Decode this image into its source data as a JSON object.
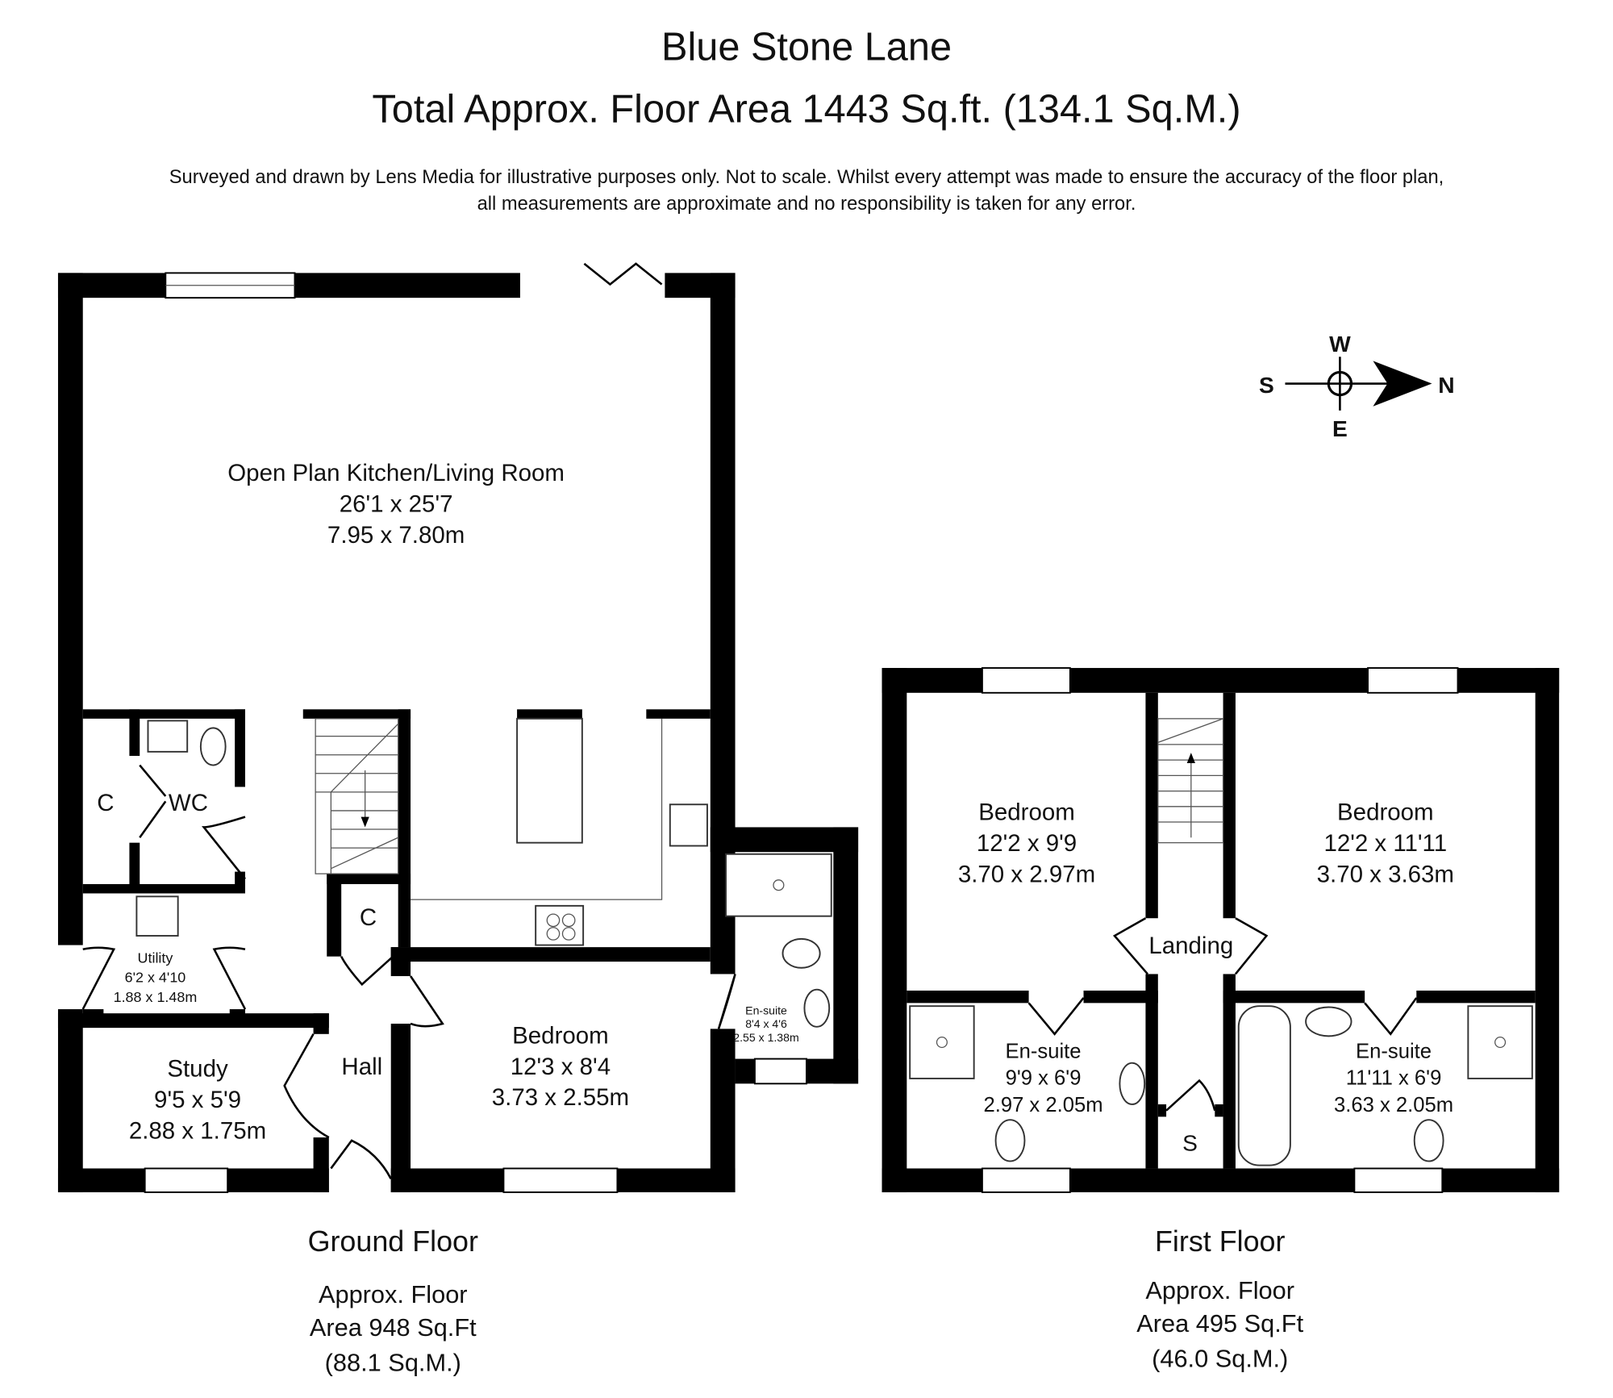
{
  "header": {
    "title": "Blue Stone Lane",
    "subtitle": "Total Approx. Floor Area 1443 Sq.ft. (134.1 Sq.M.)",
    "disclaimer_line1": "Surveyed and drawn by Lens Media for illustrative purposes only. Not to scale. Whilst every attempt was made to ensure the accuracy of the floor plan,",
    "disclaimer_line2": "all measurements are approximate and no responsibility is taken for any error."
  },
  "compass": {
    "north": "N",
    "south": "S",
    "east": "E",
    "west": "W"
  },
  "ground_floor": {
    "name": "Ground Floor",
    "area_line1": "Approx. Floor",
    "area_line2": "Area 948 Sq.Ft",
    "area_line3": "(88.1 Sq.M.)",
    "rooms": [
      {
        "name": "Open Plan Kitchen/Living Room",
        "imperial": "26'1 x 25'7",
        "metric": "7.95 x 7.80m"
      },
      {
        "name": "Bedroom",
        "imperial": "12'3 x 8'4",
        "metric": "3.73 x 2.55m"
      },
      {
        "name": "Study",
        "imperial": "9'5 x 5'9",
        "metric": "2.88 x 1.75m"
      },
      {
        "name": "Utility",
        "imperial": "6'2 x 4'10",
        "metric": "1.88 x 1.48m"
      },
      {
        "name": "En-suite",
        "imperial": "8'4 x 4'6",
        "metric": "2.55 x 1.38m"
      },
      {
        "name": "Hall"
      },
      {
        "name": "WC"
      },
      {
        "name": "C"
      },
      {
        "name": "C"
      }
    ]
  },
  "first_floor": {
    "name": "First Floor",
    "area_line1": "Approx. Floor",
    "area_line2": "Area 495 Sq.Ft",
    "area_line3": "(46.0 Sq.M.)",
    "rooms": [
      {
        "name": "Bedroom",
        "imperial": "12'2 x 9'9",
        "metric": "3.70 x 2.97m"
      },
      {
        "name": "Bedroom",
        "imperial": "12'2 x 11'11",
        "metric": "3.70 x 3.63m"
      },
      {
        "name": "Landing"
      },
      {
        "name": "En-suite",
        "imperial": "9'9 x 6'9",
        "metric": "2.97 x 2.05m"
      },
      {
        "name": "En-suite",
        "imperial": "11'11 x 6'9",
        "metric": "3.63 x 2.05m"
      },
      {
        "name": "S"
      }
    ]
  }
}
